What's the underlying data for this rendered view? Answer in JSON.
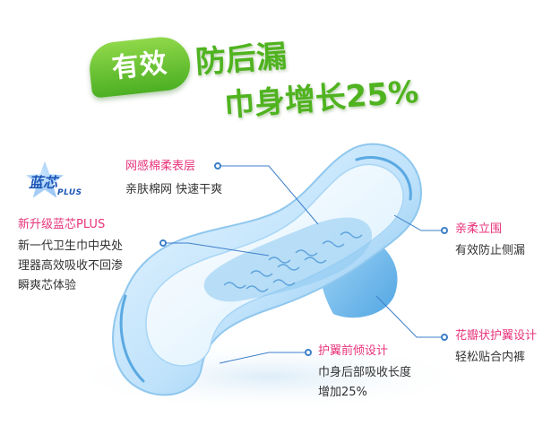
{
  "headline": {
    "badge": "有效",
    "line1": "防后漏",
    "line2": "巾身增长25%"
  },
  "brand": {
    "name": "蓝芯",
    "suffix": "PLUS"
  },
  "callouts": {
    "top_sheet": {
      "title": "网感棉柔表层",
      "desc": "亲肤棉网 快速干爽"
    },
    "core": {
      "title": "新升级蓝芯PLUS",
      "desc1": "新一代卫生巾中央处",
      "desc2": "理器高效吸收不回渗",
      "desc3": "瞬爽芯体验"
    },
    "barrier": {
      "title": "亲柔立围",
      "desc": "有效防止侧漏"
    },
    "wings": {
      "title": "花瓣状护翼设计",
      "desc": "轻松贴合内裤"
    },
    "front": {
      "title": "护翼前倾设计",
      "desc1": "巾身后部吸收长度",
      "desc2": "增加25%"
    }
  },
  "colors": {
    "headline_green": "#4fb31f",
    "callout_pink": "#e8347b",
    "leader_blue": "#3d7fc9",
    "pad_blue": "#6ab6ea"
  }
}
